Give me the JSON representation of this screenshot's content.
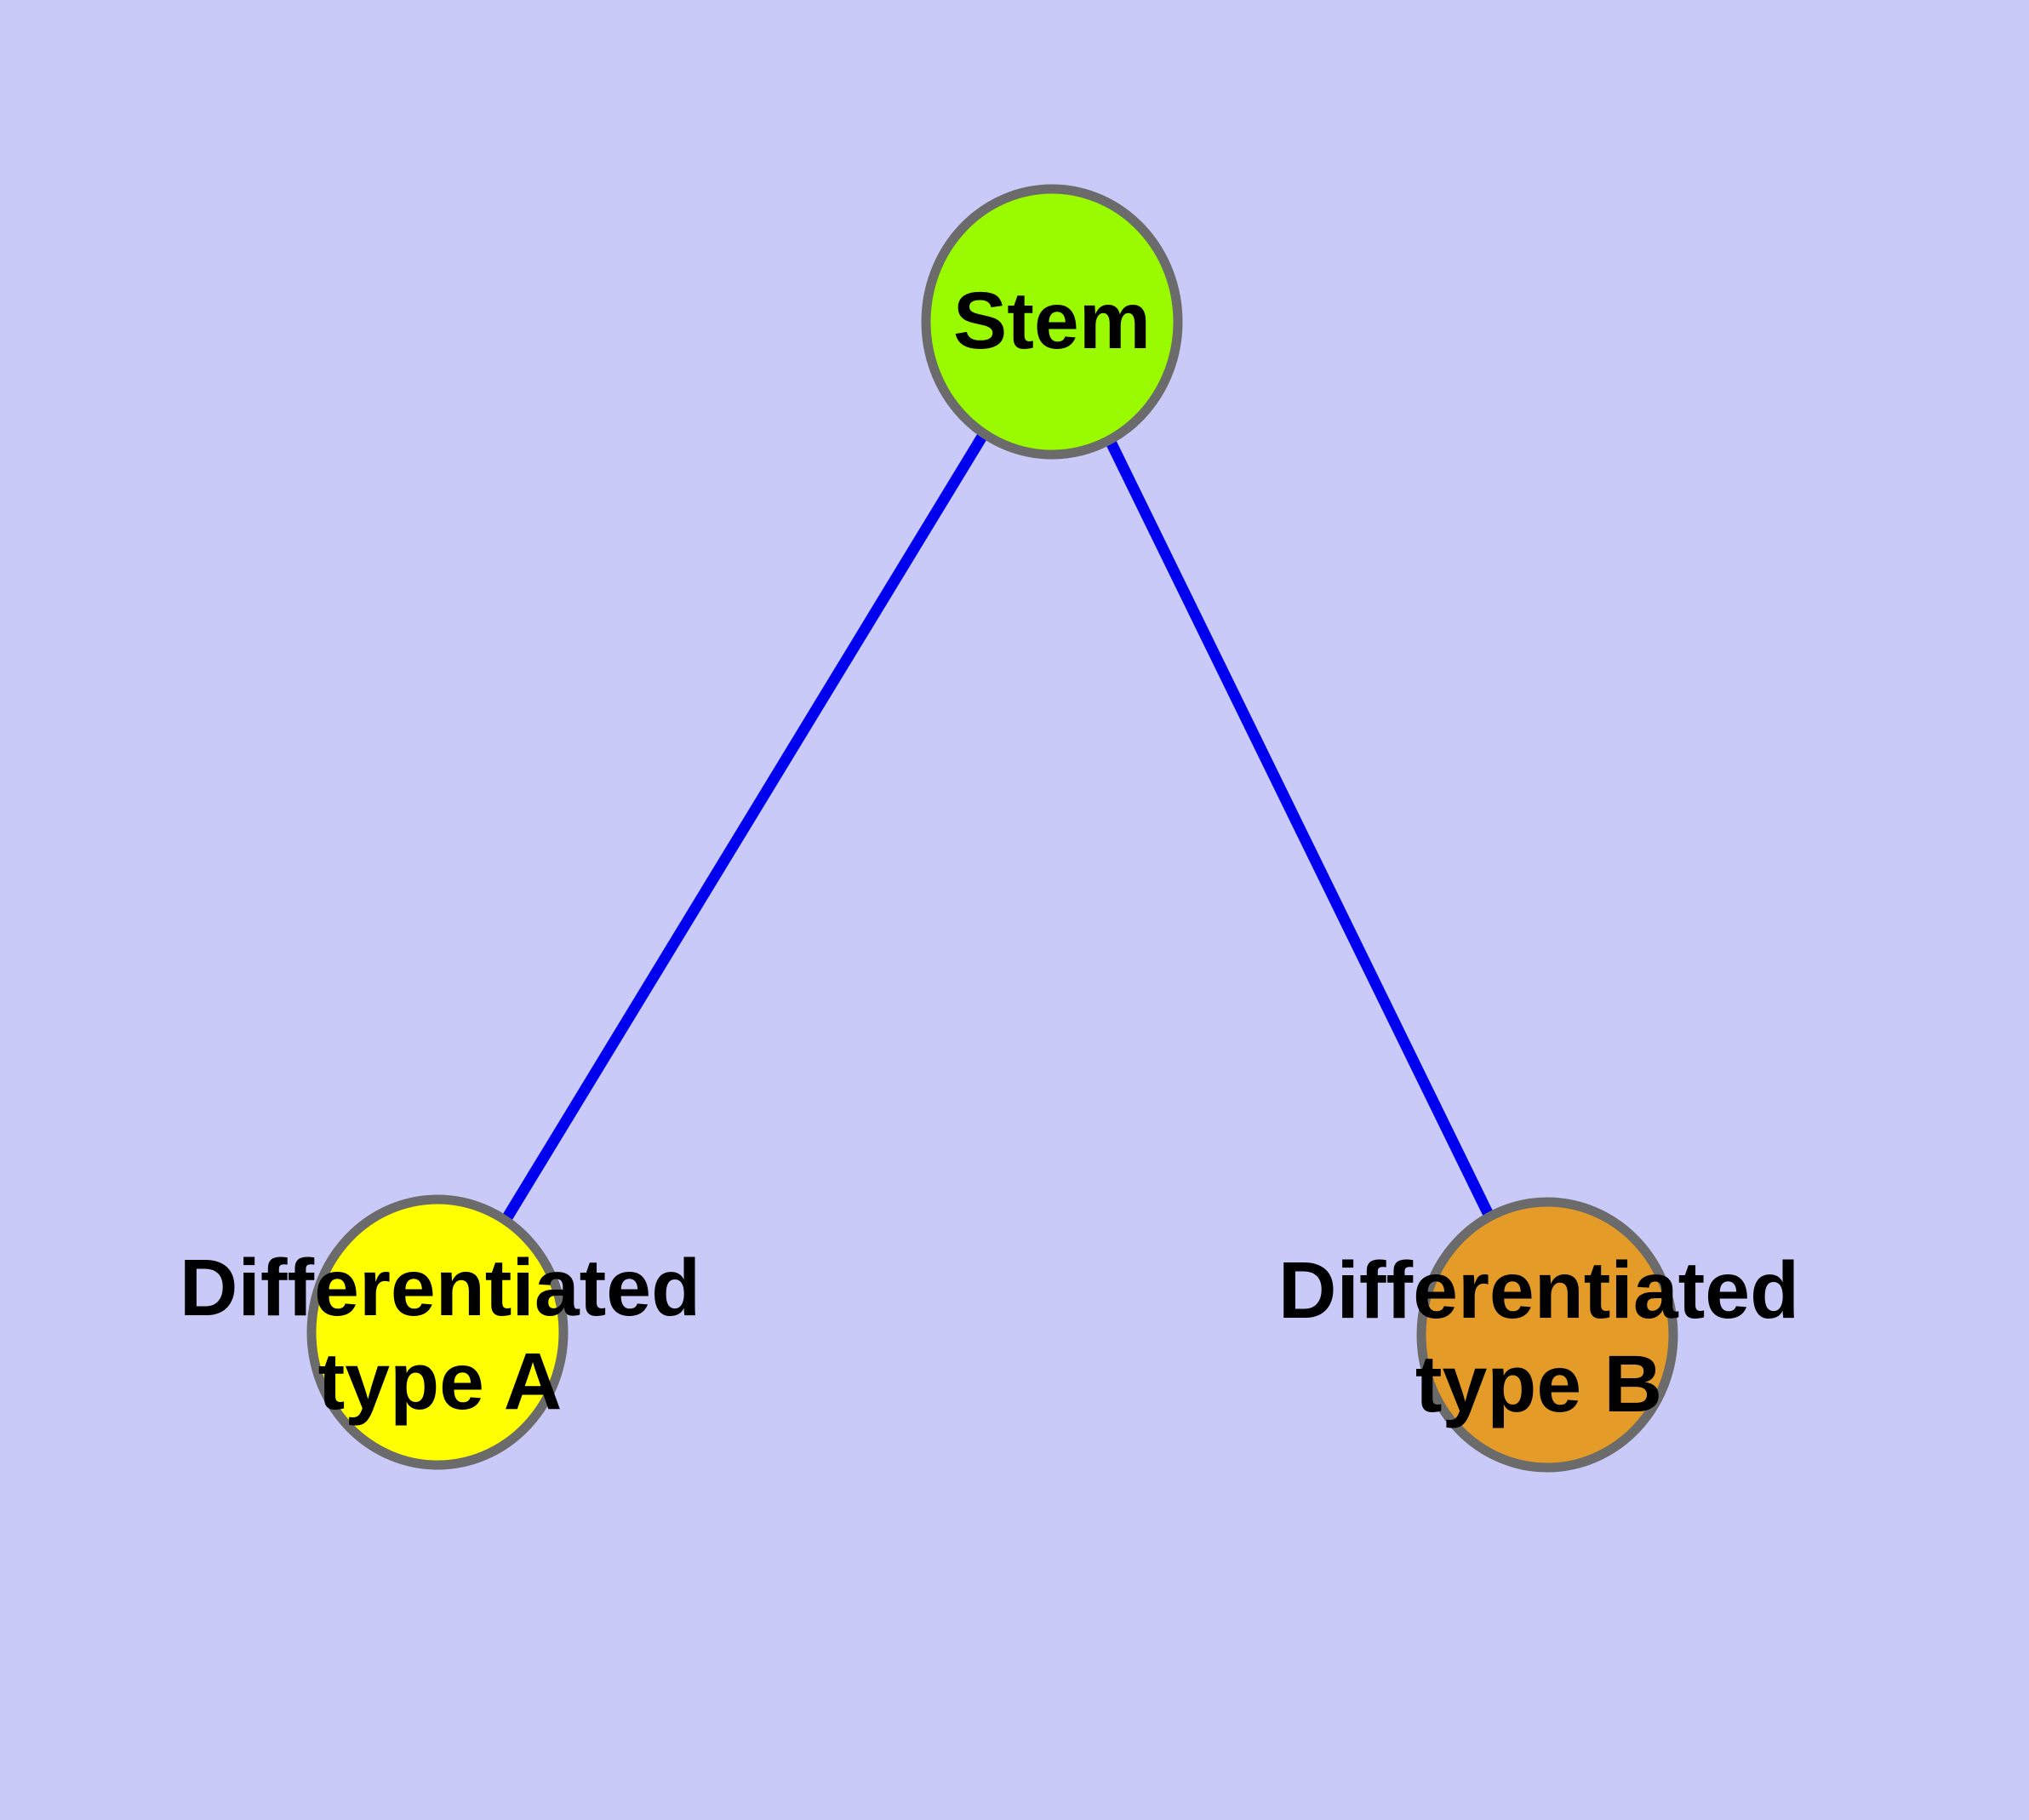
{
  "canvas": {
    "background_color": "#CACAF8"
  },
  "graph": {
    "edge_color": "#0000EE",
    "node_border_color": "#6B6B6B",
    "label_color": "#000000",
    "nodes": {
      "stem": {
        "label": "Stem",
        "fill_color": "#9AFA00"
      },
      "type_a": {
        "label_line1": "Differentiated",
        "label_line2": "type A",
        "fill_color": "#FFFF00"
      },
      "type_b": {
        "label_line1": "Differentiated",
        "label_line2": "type B",
        "fill_color": "#E49B27"
      }
    }
  }
}
